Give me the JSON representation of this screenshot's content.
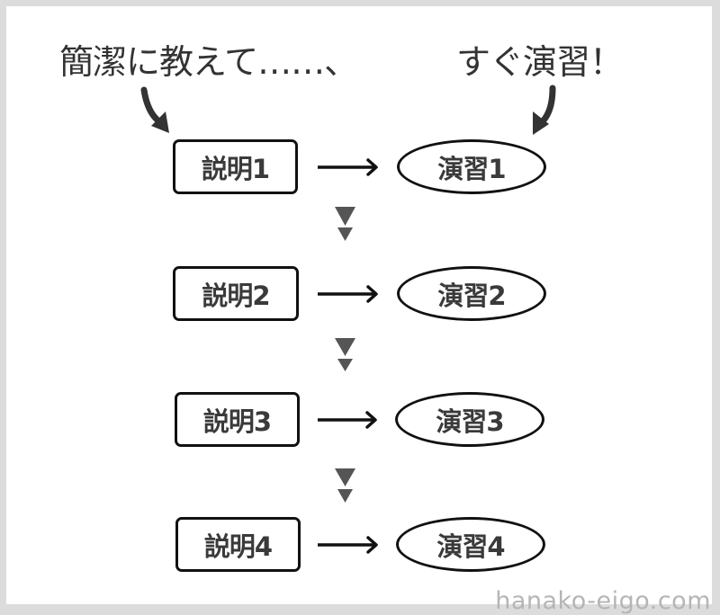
{
  "captions": {
    "left": "簡潔に教えて……、",
    "right": "すぐ演習！"
  },
  "rows": [
    {
      "explanation": "説明1",
      "practice": "演習1"
    },
    {
      "explanation": "説明2",
      "practice": "演習2"
    },
    {
      "explanation": "説明3",
      "practice": "演習3"
    },
    {
      "explanation": "説明4",
      "practice": "演習4"
    }
  ],
  "watermark": "hanako-eigo.com",
  "colors": {
    "frame": "#dcdcdc",
    "background": "#ffffff",
    "stroke": "#111111",
    "text": "#3a3a3a",
    "triangle": "#555555",
    "watermark": "#b5b5b5"
  }
}
